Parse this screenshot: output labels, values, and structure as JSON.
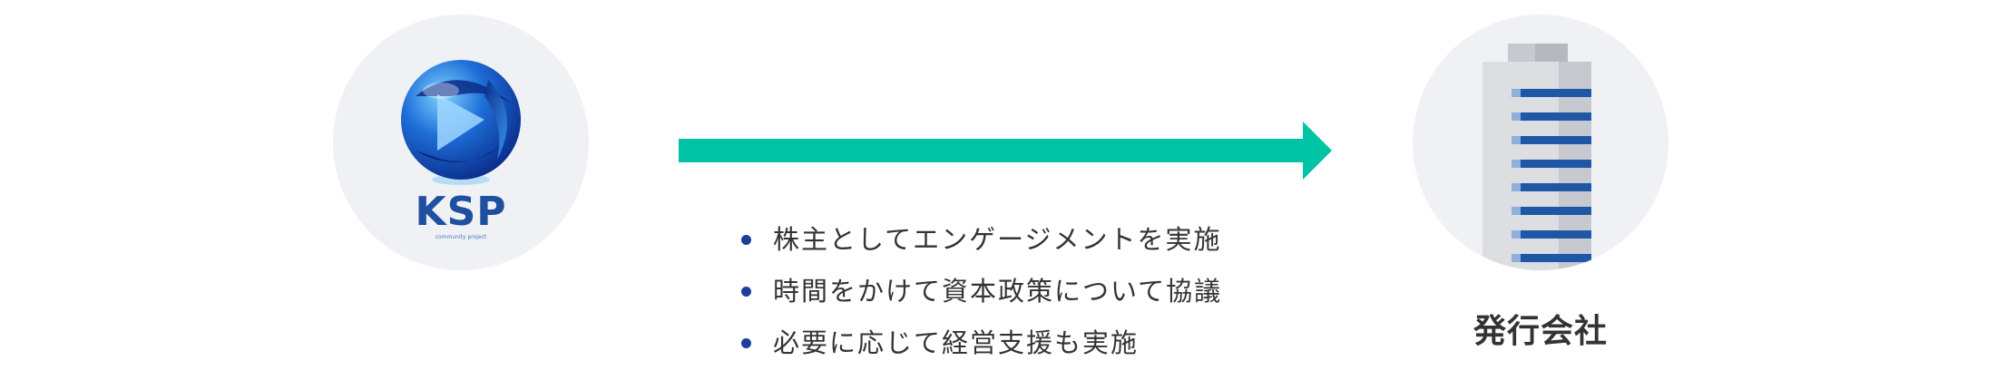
{
  "left_entity": {
    "logo_text": "KSP",
    "logo_subtext": "community project"
  },
  "right_entity": {
    "label": "発行会社"
  },
  "arrow": {
    "color": "#00c3a5",
    "direction": "right"
  },
  "bullets": [
    "株主としてエンゲージメントを実施",
    "時間をかけて資本政策について協議",
    "必要に応じて経営支援も実施"
  ],
  "colors": {
    "circle_bg": "#eff1f4",
    "bullet_dot": "#1a3e9a",
    "text": "#333333"
  }
}
